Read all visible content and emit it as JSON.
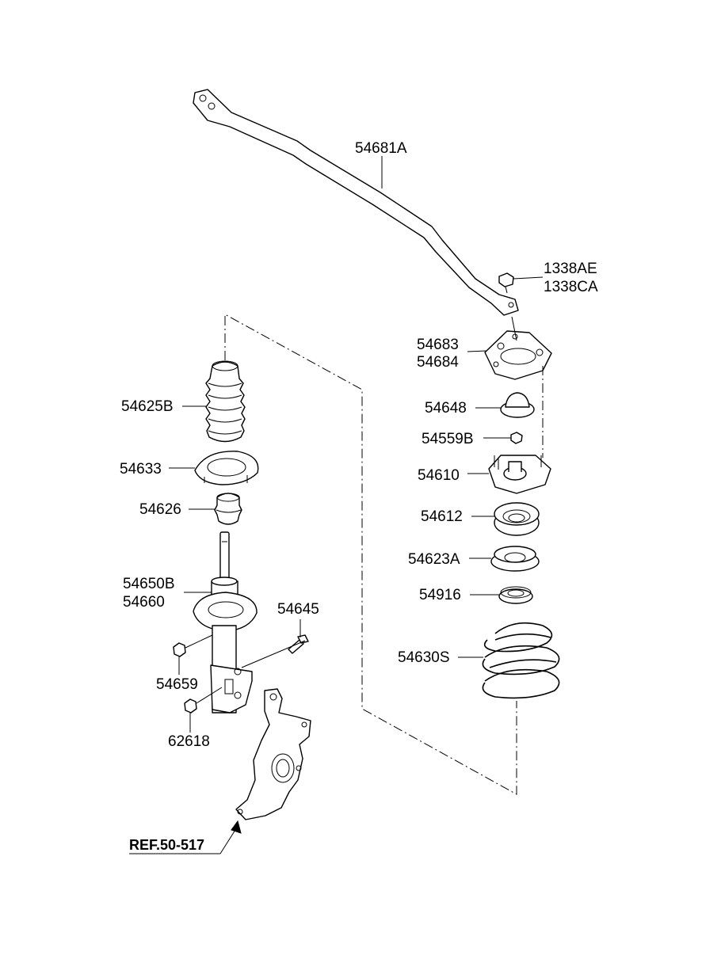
{
  "labels": {
    "stabilizer_bar": "54681A",
    "link_nut_a": "1338AE",
    "link_nut_b": "1338CA",
    "strut_plate_a": "54683",
    "strut_plate_b": "54684",
    "cap": "54648",
    "lock_nut": "54559B",
    "insulator_assy": "54610",
    "bearing": "54612",
    "upper_spring_seat": "54623A",
    "spring_pad": "54916",
    "coil_spring": "54630S",
    "dust_cover": "54625B",
    "spring_seat_lower": "54633",
    "bumper": "54626",
    "strut_assy_a": "54650B",
    "strut_assy_b": "54660",
    "bolt": "54645",
    "nut_upper": "54659",
    "nut_lower": "62618",
    "reference": "REF.50-517"
  },
  "colors": {
    "line": "#000000",
    "background": "#ffffff"
  }
}
